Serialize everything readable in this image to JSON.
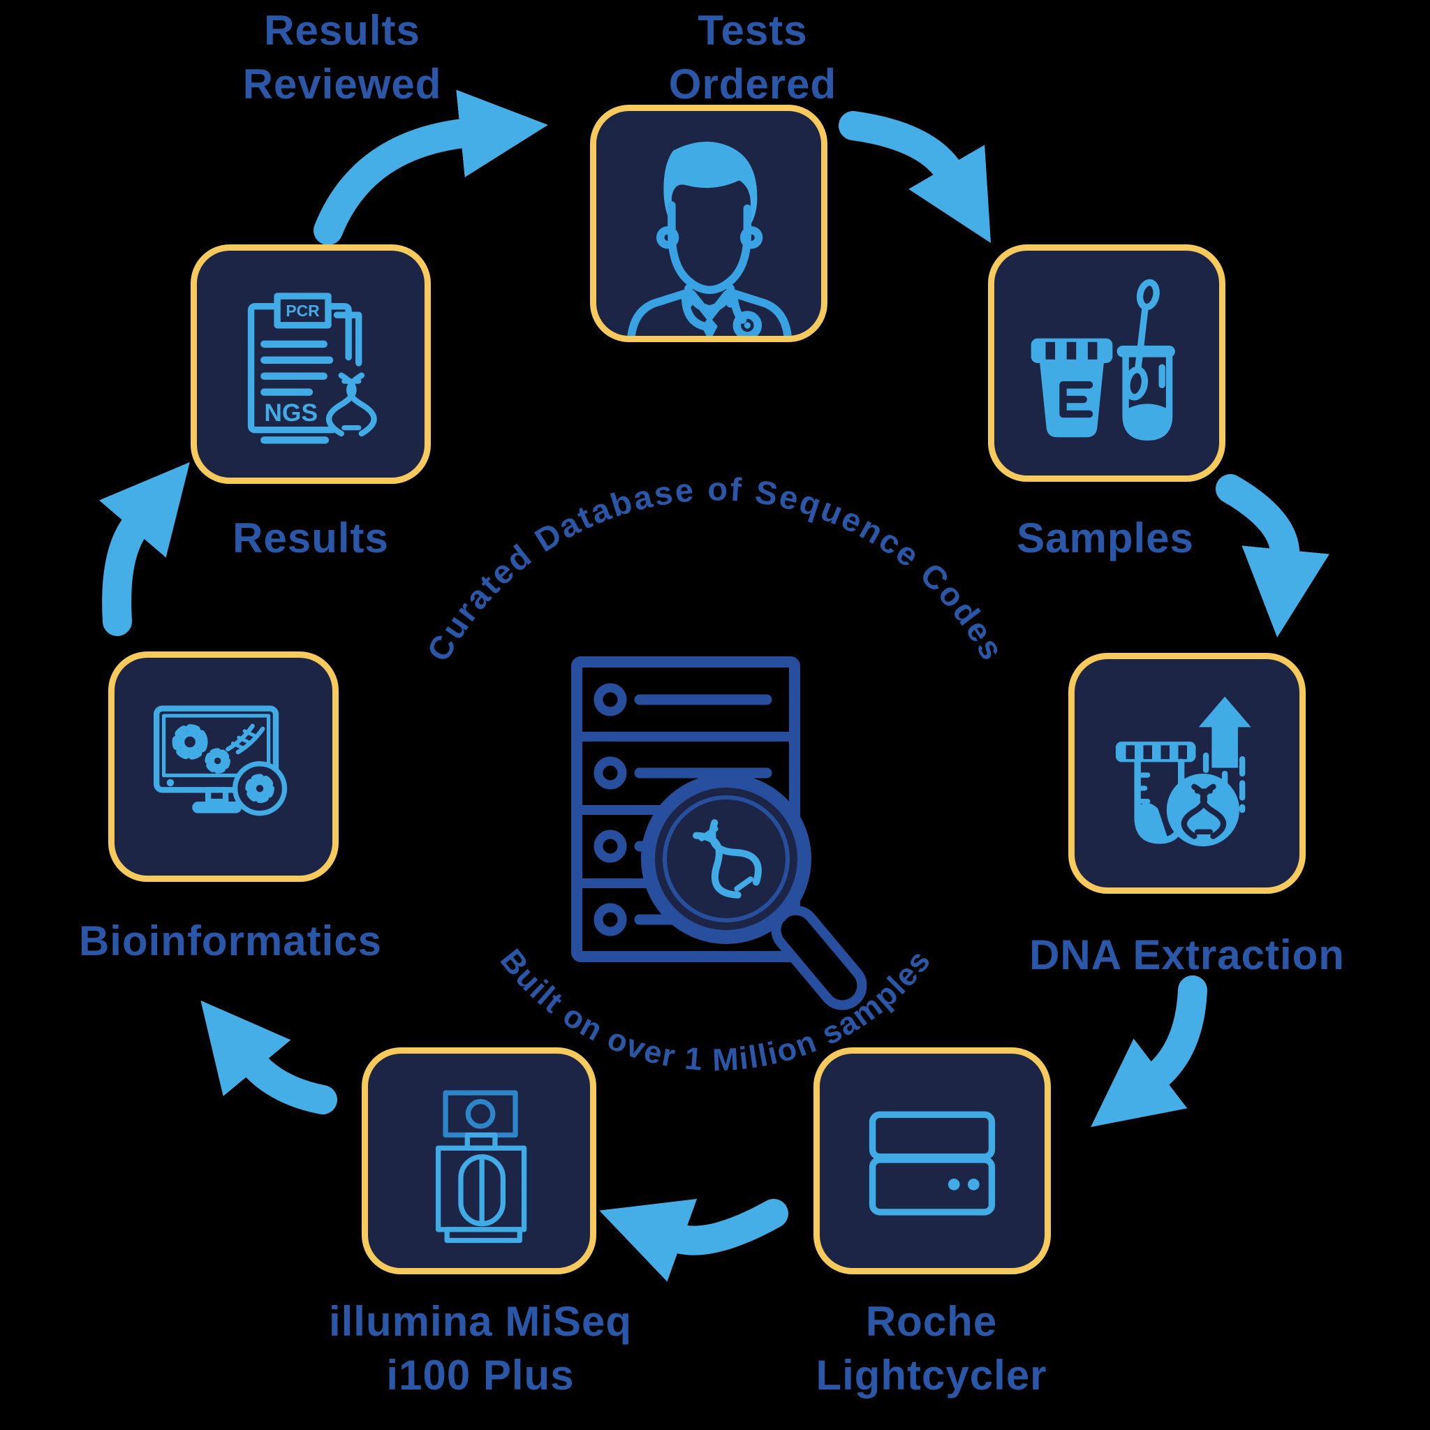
{
  "background": "#000000",
  "palette": {
    "box_fill": "#1d2547",
    "box_border_gold": "#f7ca5e",
    "icon_light_blue": "#41abe5",
    "icon_mid_blue": "#2e86c8",
    "center_dark_blue": "#274f9e",
    "label_blue": "#2b57a8",
    "arrow_blue": "#45aee6"
  },
  "flow_labels": {
    "results_reviewed": {
      "line1": "Results",
      "line2": "Reviewed"
    },
    "tests_ordered": {
      "line1": "Tests",
      "line2": "Ordered"
    }
  },
  "nodes": {
    "physician": {
      "label": "",
      "icon": "doctor-icon"
    },
    "samples": {
      "label": "Samples",
      "icon": "sample-cup-swab-icon"
    },
    "dna_extraction": {
      "label": "DNA Extraction",
      "icon": "dna-extraction-icon"
    },
    "roche": {
      "line1": "Roche",
      "line2": "Lightcycler",
      "icon": "thermocycler-icon"
    },
    "illumina": {
      "line1": "illumina MiSeq",
      "line2": "i100 Plus",
      "icon": "sequencer-icon"
    },
    "bioinformatics": {
      "label": "Bioinformatics",
      "icon": "computer-analysis-icon"
    },
    "results": {
      "label": "Results",
      "icon": "report-icon",
      "clipboard_tab": "PCR",
      "clipboard_text": "NGS"
    }
  },
  "center": {
    "arc_top": "Curated Database of Sequence Codes",
    "arc_bottom": "Built on over 1 Million samples",
    "icon": "database-search-icon"
  },
  "flow": [
    {
      "from": "results",
      "to": "physician",
      "label": "Results Reviewed"
    },
    {
      "from": "physician",
      "to": "samples",
      "label": "Tests Ordered"
    },
    {
      "from": "samples",
      "to": "dna_extraction"
    },
    {
      "from": "dna_extraction",
      "to": "roche"
    },
    {
      "from": "roche",
      "to": "illumina"
    },
    {
      "from": "illumina",
      "to": "bioinformatics"
    },
    {
      "from": "bioinformatics",
      "to": "results"
    }
  ]
}
